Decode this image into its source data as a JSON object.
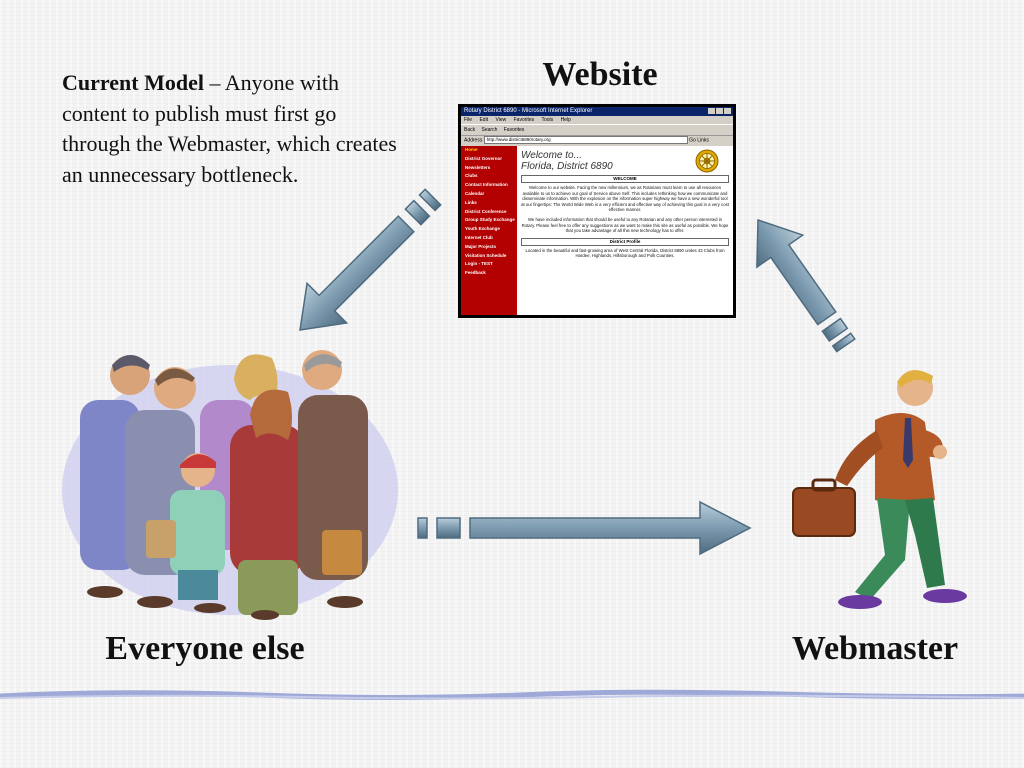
{
  "intro": {
    "bold": "Current Model",
    "rest": " – Anyone with content  to publish must first go through the Webmaster, which creates an unnecessary bottleneck."
  },
  "labels": {
    "website": "Website",
    "everyone": "Everyone else",
    "webmaster": "Webmaster"
  },
  "browser": {
    "title": "Rotary District 6890 - Microsoft Internet Explorer",
    "menu": [
      "File",
      "Edit",
      "View",
      "Favorites",
      "Tools",
      "Help"
    ],
    "toolbar": [
      "Back",
      "Search",
      "Favorites"
    ],
    "address_label": "Address",
    "address_value": "http://www.district6890rotary.org",
    "go_label": "Go",
    "links_label": "Links",
    "nav": [
      "Home",
      "District Governor",
      "Newsletters",
      "Clubs",
      "Contact Information",
      "Calendar",
      "Links",
      "District Conference",
      "Group Study Exchange",
      "Youth Exchange",
      "Internet Club",
      "Major Projects",
      "Visitation Schedule",
      "Login - TEST",
      "Feedback"
    ],
    "welcome_line1": "Welcome to...",
    "welcome_line2": "Florida, District 6890",
    "section_welcome": "WELCOME",
    "para1": "Welcome to our website. Facing the new millennium, we as Rotarians must learn to use all resources available to us to achieve our goal of Service above Self. This includes rethinking how we communicate and disseminate information. With the explosion on the information super highway we have a new wonderful tool at our fingertips: The World Wide Web is a very efficient and effective way of achieving this goal in a very cost effective manner.",
    "para2": "We have included information that should be useful to any Rotarian and any other person interested in Rotary. Please feel free to offer any suggestions as we want to make this site as useful as possible. We hope that you take advantage of all this new technology has to offer.",
    "section_profile": "District Profile",
    "para3": "Located in the beautiful and fast-growing area of West Central Florida, District 6890 unites 43 Clubs from Hardee, Highlands, Hillsborough and Polk Counties."
  },
  "colors": {
    "arrow": "#7d9bb0",
    "arrow_dark": "#4f6b80",
    "nav_bg": "#b30000",
    "titlebar": "#0a246a"
  }
}
